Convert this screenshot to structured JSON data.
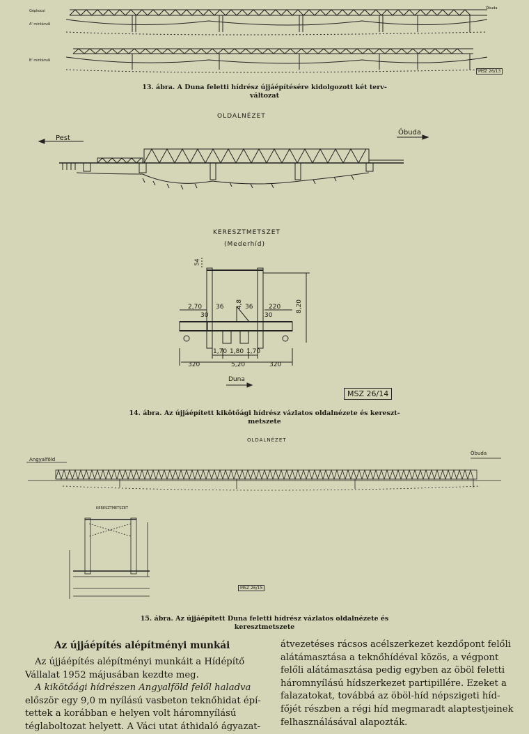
{
  "fig13": {
    "labels": [
      "Gépkocsi",
      "A' mintárvál",
      "B' mintárvál",
      "MSZ 26/13"
    ],
    "caption_line1": "13. ábra. A Duna feletti hídrész újjáépítésére kidolgozott két terv-",
    "caption_line2": "változat",
    "right_label": "Óbuda"
  },
  "fig14": {
    "side_view_title": "OLDALNÉZET",
    "left_label": "Pest",
    "right_label": "Óbuda",
    "cross_section_title": "KERESZTMETSZET",
    "cross_section_subtitle": "(Mederhíd)",
    "dims": {
      "d270": "2,70",
      "d36a": "36",
      "d48": "4,8",
      "d36b": "36",
      "d220": "220",
      "d30a": "30",
      "d30b": "30",
      "d820": "8,20",
      "d54": "54",
      "d170a": "1,70",
      "d180": "1,80",
      "d170b": "1,70",
      "d320a": "320",
      "d520": "5,20",
      "d320b": "320"
    },
    "flow_label": "Duna",
    "msz": "MSZ 26/14",
    "caption_line1": "14. ábra. Az újjáépített kikötőági hídrész vázlatos oldalnézete és kereszt-",
    "caption_line2": "metszete"
  },
  "fig15": {
    "side_view_title": "OLDALNÉZET",
    "left_label": "Angyalföld",
    "right_label": "Óbuda",
    "cross_section_title": "KERESZTMETSZET",
    "msz": "MSZ 26/15",
    "caption_line1": "15. ábra. Az újjáépített Duna feletti hídrész vázlatos oldalnézete és",
    "caption_line2": "keresztmetszete"
  },
  "article": {
    "heading": "Az újjáépítés alépítményi munkái",
    "left_lines": [
      "Az újjáépítés alépítményi munkáit a Hídépítő",
      "Vállalat 1952 májusában kezdte meg.",
      "A kikötőági hídrészen Angyalföld felől haladva",
      "először egy 9,0 m nyílású vasbeton teknőhidat épí-",
      "tettek a korábban e helyen volt háromnyílású",
      "téglaboltozat helyett. A Váci utat áthidaló ágyazat-"
    ],
    "right_lines": [
      "átvezetéses rácsos acélszerkezet kezdőpont felőli",
      "alátámasztása a teknőhídéval közös, a végpont",
      "felőli alátámasztása pedig egyben az öböl feletti",
      "háromnyílású hídszerkezet partipillére. Ezeket a",
      "falazatokat, továbbá az öböl-híd népszigeti híd-",
      "főjét részben a régi híd megmaradt alaptestjeinek",
      "felhasználásával alapozták."
    ]
  }
}
